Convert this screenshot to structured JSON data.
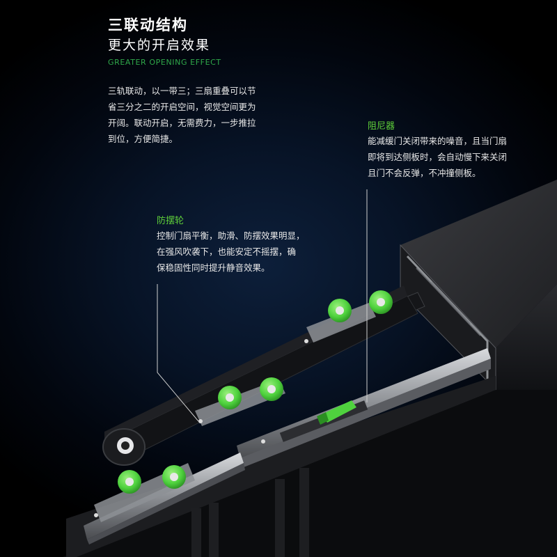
{
  "header": {
    "title": "三联动结构",
    "subtitle": "更大的开启效果",
    "subtitle_en": "GREATER OPENING EFFECT"
  },
  "intro": {
    "lines": [
      "三轨联动，以一带三；三扇重叠可以节",
      "省三分之二的开启空间，视觉空间更为",
      "开阔。联动开启，无需费力，一步推拉",
      "到位，方便简捷。"
    ]
  },
  "callouts": {
    "damper": {
      "label": "阻尼器",
      "lines": [
        "能减缓门关闭带来的噪音，且当门扇",
        "即将到达侧板时，会自动慢下来关闭",
        "且门不会反弹，不冲撞侧板。"
      ]
    },
    "anti_sway_wheel": {
      "label": "防摆轮",
      "lines": [
        "控制门扇平衡，助滑、防摆效果明显，",
        "在强风吹袭下，也能安定不摇摆，确",
        "保稳固性同时提升静音效果。"
      ]
    }
  },
  "colors": {
    "accent_green": "#5fd03a",
    "wheel_green": "#4fd23e",
    "profile_dark": "#2a2b2e"
  },
  "icons": [
    "roller-wheel-icon",
    "pulley-icon",
    "damper-icon"
  ]
}
